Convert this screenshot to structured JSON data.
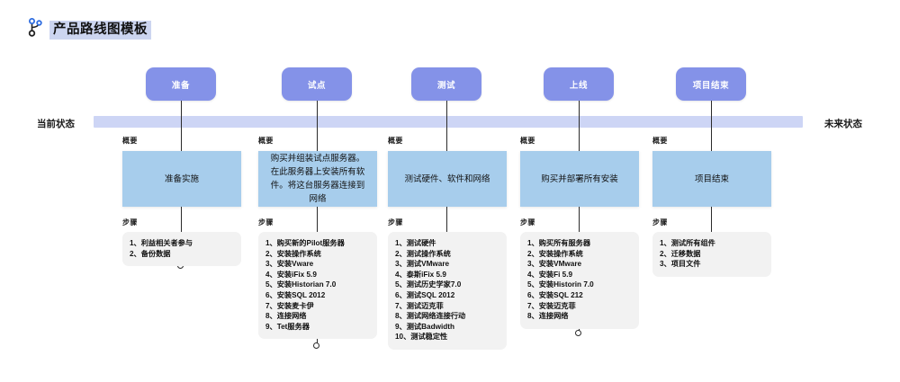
{
  "header": {
    "title": "产品路线图模板",
    "icon": "branch-icon"
  },
  "timeline": {
    "current_state_label": "当前状态",
    "future_state_label": "未来状态",
    "bar_color": "#cdd5f5"
  },
  "labels": {
    "summary_heading": "概要",
    "steps_heading": "步骤"
  },
  "colors": {
    "phase_pill": "#8492e8",
    "summary_box": "#a7cdec",
    "steps_box": "#f2f2f2",
    "title_highlight": "#ccd5f0",
    "stem": "#2b2b2b"
  },
  "phases": [
    {
      "name": "准备",
      "summary": "准备实施",
      "steps": [
        "1、利益相关者参与",
        "2、备份数据"
      ]
    },
    {
      "name": "试点",
      "summary": "购买并组装试点服务器。在此服务器上安装所有软件。将这台服务器连接到网络",
      "steps": [
        "1、购买新的Pilot服务器",
        "2、安装操作系统",
        "3、安装Vware",
        "4、安装iFix 5.9",
        "5、安装Historian 7.0",
        "6、安装SQL 2012",
        "7、安装麦卡伊",
        "8、连接网络",
        "9、Tet服务器"
      ]
    },
    {
      "name": "测试",
      "summary": "测试硬件、软件和网络",
      "steps": [
        "1、测试硬件",
        "2、测试操作系统",
        "3、测试VMware",
        "4、泰斯iFix 5.9",
        "5、测试历史学家7.0",
        "6、测试SQL 2012",
        "7、测试迈克菲",
        "8、测试网络连接行动",
        "9、测试Badwidth",
        "10、测试稳定性"
      ]
    },
    {
      "name": "上线",
      "summary": "购买并部署所有安装",
      "steps": [
        "1、购买所有服务器",
        "2、安装操作系统",
        "3、安装VMware",
        "4、安装Fi 5.9",
        "5、安装Historin 7.0",
        "6、安装SQL 212",
        "7、安装迈克菲",
        "8、连接网络"
      ]
    },
    {
      "name": "项目结束",
      "summary": "项目结束",
      "steps": [
        "1、测试所有组件",
        "2、迁移数据",
        "3、项目文件"
      ]
    }
  ]
}
